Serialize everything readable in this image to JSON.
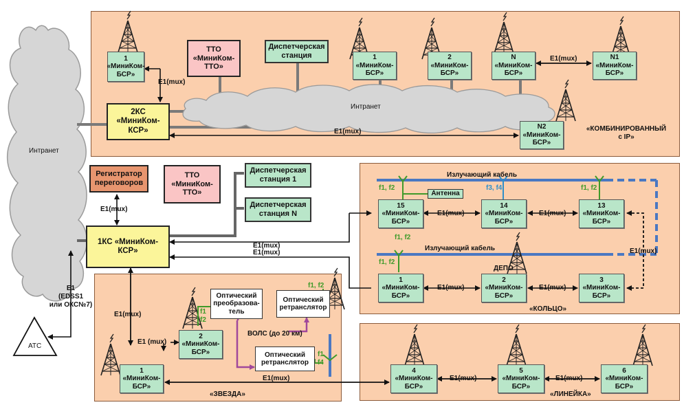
{
  "colors": {
    "region": "#fbcfad",
    "bsr": "#b9e6c9",
    "ks": "#fbf59a",
    "tto": "#fac5c5",
    "registrator": "#e7956f",
    "cable": "#4a78c2",
    "wdm_green": "#3f9a2a",
    "wdm_blue": "#2f8fc9",
    "optical_link": "#a0489b",
    "ethernet_link": "#7a7a7a"
  },
  "icons": {
    "tower": "radio-tower-icon",
    "cloud": "cloud-icon",
    "atc": "triangle-exchange-icon"
  },
  "top": {
    "bsr_left": "1\n«МиниКом-\nБСР»",
    "tto": "ТТО\n«МиниКом-\nТТО»",
    "dispatch": "Диспетчерская\nстанция",
    "bsr1": "1\n«МиниКом-\nБСР»",
    "bsr2": "2\n«МиниКом-\nБСР»",
    "bsrN": "N\n«МиниКом-\nБСР»",
    "bsrN1": "N1\n«МиниКом-\nБСР»",
    "bsrN2": "N2\n«МиниКом-\nБСР»",
    "ks": "2КС «МиниКом-\nКСР»",
    "cloud": "Интранет",
    "e1_left": "E1(mux)",
    "e1_n_n1": "E1(mux)",
    "e1_bottom": "E1(mux)",
    "title": "«КОМБИНИРОВАННЫЙ\nс IP»"
  },
  "left": {
    "cloud": "Интранет",
    "registrator": "Регистратор\nпереговоров",
    "tto": "ТТО\n«МиниКом-\nТТО»",
    "disp1": "Диспетчерская\nстанция 1",
    "dispN": "Диспетчерская\nстанция N",
    "ks": "1КС «МиниКом-\nКСР»",
    "e1_reg": "E1(mux)",
    "e1_ks_star": "E1(mux)",
    "e1_atc": "E1\n(EDSS1\nили ОКС№7)",
    "atc": "АТС",
    "e1_ring_top": "E1(mux)",
    "e1_ring_bottom": "E1(mux)"
  },
  "ring": {
    "cable_top": "Излучающий кабель",
    "cable_bottom": "Излучающий  кабель",
    "antenna": "Антенна",
    "f12_a": "f1, f2",
    "f34": "f3, f4",
    "f12_b": "f1, f2",
    "f12_c": "f1, f2",
    "f12_d": "f1, f2",
    "bsr15": "15\n«МиниКом-\nБСР»",
    "bsr14": "14\n«МиниКом-\nБСР»",
    "bsr13": "13\n«МиниКом-\nБСР»",
    "bsr1": "1\n«МиниКом-\nБСР»",
    "bsr2": "2\n«МиниКом-\nБСР»",
    "bsr3": "3\n«МиниКом-\nБСР»",
    "e1_15_14": "E1(mux)",
    "e1_14_13": "E1(mux)",
    "e1_1_2": "E1(mux)",
    "e1_2_3": "E1(mux)",
    "e1_side": "E1(mux)",
    "depo": "ДЕПО",
    "title": "«КОЛЬЦО»"
  },
  "star": {
    "bsr1": "1\n«МиниКом-\nБСР»",
    "bsr2": "2\n«МиниКом-\nБСР»",
    "opt_conv": "Оптический\nпреобразова-\nтель",
    "opt_rep_top": "Оптический\nретранслятор",
    "opt_rep_bottom": "Оптический\nретранслятор",
    "volc": "ВОЛС (до 20 км)",
    "e1_feed": "E1 (mux)",
    "f12": "f1\nf2",
    "f12_top": "f1, f2",
    "f14": "f1\nf4",
    "title": "«ЗВЕЗДА»"
  },
  "line": {
    "bsr4": "4\n«МиниКом-\nБСР»",
    "bsr5": "5\n«МиниКом-\nБСР»",
    "bsr6": "6\n«МиниКом-\nБСР»",
    "e1_1_4": "E1(mux)",
    "e1_4_5": "E1(mux)",
    "e1_5_6": "E1(mux)",
    "title": "«ЛИНЕЙКА»"
  }
}
